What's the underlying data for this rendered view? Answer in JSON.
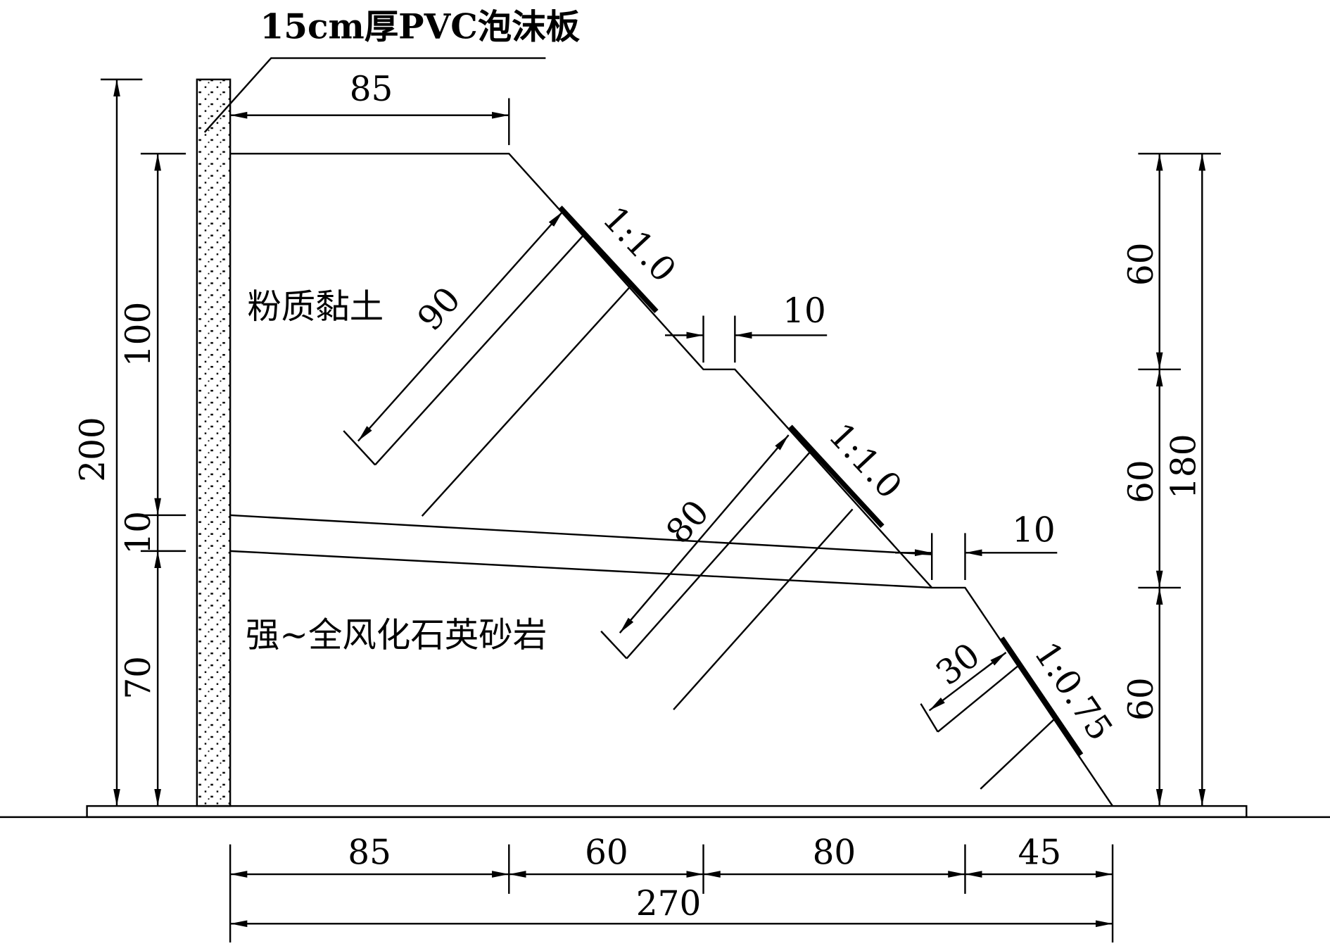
{
  "callout": {
    "label": "15cm厚PVC泡沫板"
  },
  "materials": {
    "upper": "粉质黏土",
    "lower": "强~全风化石英砂岩"
  },
  "slopes": {
    "upper": "1:1.0",
    "middle": "1:1.0",
    "lower": "1:0.75"
  },
  "slope_lengths": {
    "upper": "90",
    "middle": "80",
    "lower": "30"
  },
  "berms": {
    "upper": "10",
    "lower": "10"
  },
  "top_width": "85",
  "left_dims": {
    "total": "200",
    "upper_layer": "100",
    "interlayer": "10",
    "lower_layer": "70"
  },
  "right_dims": {
    "tier1": "60",
    "tier2": "60",
    "tier3": "60",
    "total": "180"
  },
  "bottom_dims": {
    "seg1": "85",
    "seg2": "60",
    "seg3": "80",
    "seg4": "45",
    "total": "270"
  }
}
